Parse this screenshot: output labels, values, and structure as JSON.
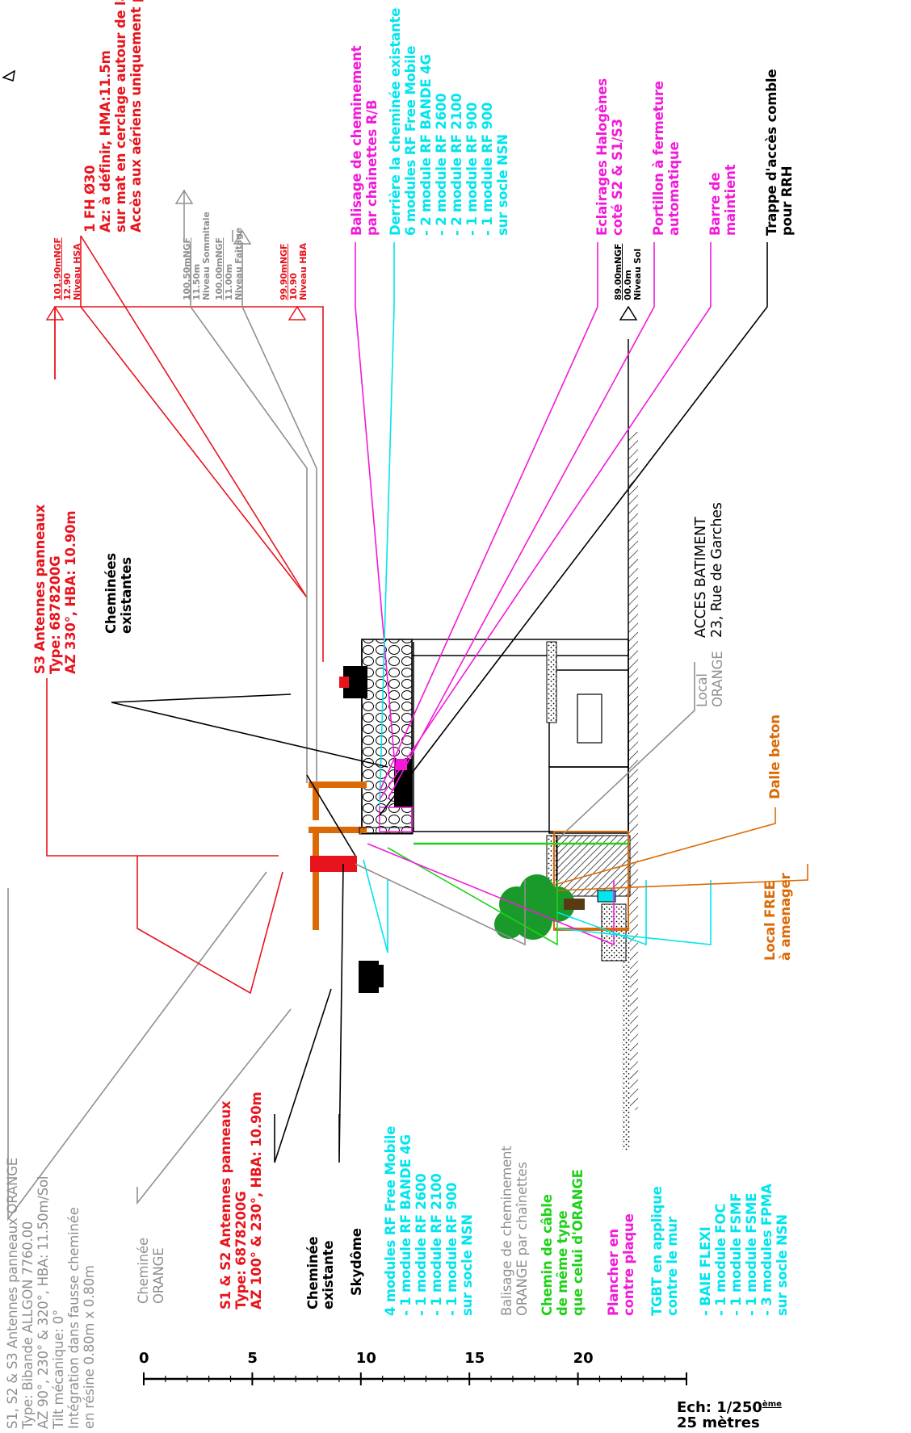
{
  "levels": {
    "hsa": {
      "ngf": "101.90mNGF",
      "height": "12.90",
      "label": "Niveau HSA"
    },
    "sommitale": {
      "ngf": "100.50mNGF",
      "height": "11.50m",
      "label": "Niveau Sommitale"
    },
    "faitage": {
      "ngf": "100.00mNGF",
      "height": "11.00m",
      "label": "Niveau Faîtage"
    },
    "hba": {
      "ngf": "99.90mNGF",
      "height": "10.90",
      "label": "Niveau HBA"
    },
    "sol": {
      "ngf": "89.00mNGF",
      "height": "00.0m",
      "label": "Niveau Sol"
    }
  },
  "notes": {
    "fh": [
      "1 FH Ø30",
      "Az: à définir, HMA:11.5m",
      "sur mat en cerclage autour de la cheminée",
      "Accès aux aériens uniquement par nacelle"
    ],
    "s3": [
      "S3 Antennes panneaux",
      "Type: 6878200G",
      "AZ 330°, HBA: 10.90m"
    ],
    "cheminees_existantes": [
      "Cheminées",
      "existantes"
    ],
    "orange_antennes": [
      "S1, S2 & S3 Antennes panneaux ORANGE",
      "Type: Bibande ALLGON 7760.00",
      "AZ 90°, 230° & 320°, HBA: 11.50m/Sol",
      "Tilt mécanique: 0°",
      "Intégration dans fausse cheminée",
      "en résine 0.80m x 0.80m"
    ],
    "cheminee_orange": [
      "Cheminée",
      "ORANGE"
    ],
    "s1s2": [
      "S1 & S2 Antennes panneaux",
      "Type: 6878200G",
      "AZ 100° & 230°, HBA: 10.90m"
    ],
    "cheminee_existante": [
      "Cheminée",
      "existante"
    ],
    "skydome": [
      "Skydôme"
    ],
    "modules4": [
      "4 modules RF Free Mobile",
      "- 1 module RF BANDE 4G",
      "- 1 module RF 2600",
      "- 1 module RF 2100",
      "- 1 module RF 900",
      "sur socle NSN"
    ],
    "balisage_orange": [
      "Balisage de cheminement",
      "ORANGE par chaînettes"
    ],
    "chemin_cable": [
      "Chemin de câble",
      "de même type",
      "que celui d'ORANGE"
    ],
    "plancher": [
      "Plancher en",
      "contre plaque"
    ],
    "tgbt": [
      "TGBT en applique",
      "contre le mur"
    ],
    "baie": [
      "- BAIE FLEXI",
      "- 1 module FOC",
      "- 1 module FSMF",
      "- 1 module FSME",
      "- 3 modules FPMA",
      "sur socle NSN"
    ],
    "local_free": [
      "Local FREE",
      "à amenager"
    ],
    "dalle": [
      "Dalle beton"
    ],
    "local_orange": [
      "Local",
      "ORANGE"
    ],
    "acces": [
      "ACCES BATIMENT",
      "23, Rue de Garches"
    ],
    "balisage_rb": [
      "Balisage de cheminement",
      "par chainettes R/B"
    ],
    "modules6": [
      "Derrière la cheminée existante",
      "6 modules RF Free Mobile",
      "- 2 module RF BANDE 4G",
      "- 2 module RF 2600",
      "- 2 module RF 2100",
      "- 1 module RF 900",
      "- 1 module RF 900",
      "sur socle NSN"
    ],
    "eclairages": [
      "Eclairages Halogènes",
      "coté S2 & S1/S3"
    ],
    "portillon": [
      "Portillon à fermeture",
      "automatique"
    ],
    "barre": [
      "Barre de",
      "maintient"
    ],
    "trappe": [
      "Trappe d'accès comble",
      "pour RRH"
    ]
  },
  "scale": {
    "ratio_prefix": "Ech: 1/250",
    "ratio_suffix": "ème",
    "length": "25 mètres",
    "ticks": [
      "0",
      "5",
      "10",
      "15",
      "20"
    ]
  },
  "colors": {
    "red": "#e8141d",
    "gray": "#8f8f8f",
    "magenta": "#f21ad8",
    "cyan": "#00e5ee",
    "green": "#1fd11a",
    "orange": "#db6a06",
    "black": "#000000"
  },
  "icons": [
    "north-arrow-icon",
    "tree-icon"
  ]
}
